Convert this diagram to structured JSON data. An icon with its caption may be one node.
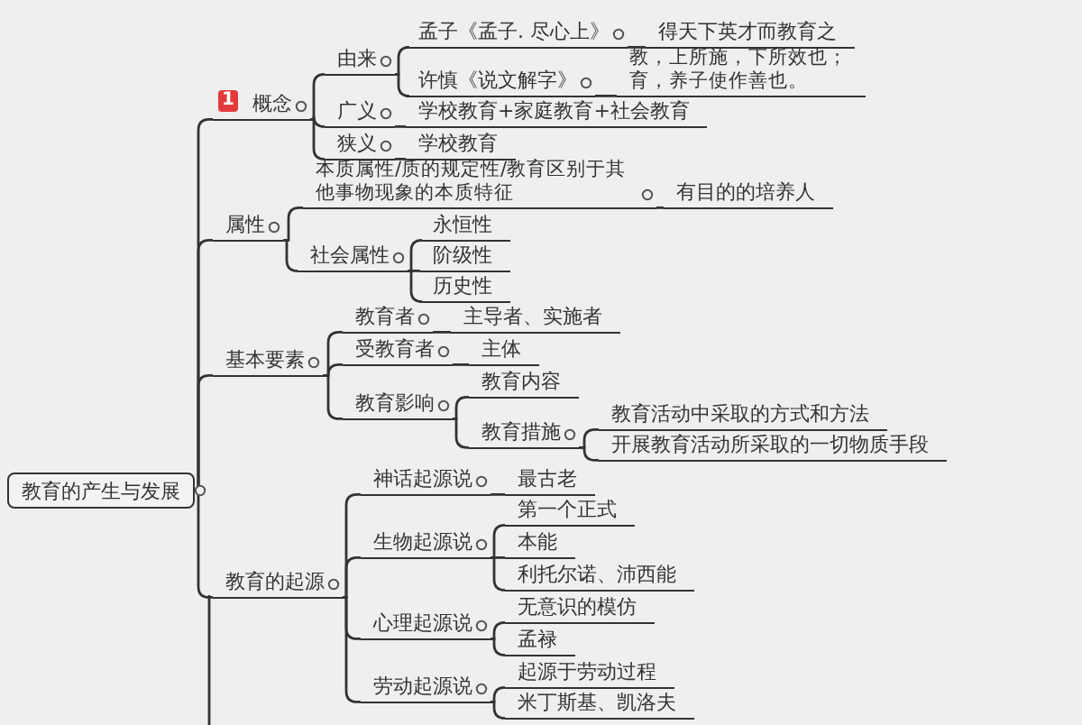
{
  "diagram": {
    "nodes": [
      {
        "text": [
          "教育的产生与发展"
        ]
      },
      {
        "text": [
          "概念"
        ]
      },
      {
        "text": [
          "由来"
        ]
      },
      {
        "text": [
          "孟子《孟子. 尽心上》"
        ]
      },
      {
        "text": [
          "得天下英才而教育之"
        ]
      },
      {
        "text": [
          "许慎《说文解字》"
        ]
      },
      {
        "text": [
          "教，上所施，下所效也；育，养子使作善也。"
        ]
      },
      {
        "text": [
          "广义"
        ]
      },
      {
        "text": [
          "学校教育+家庭教育+社会教育"
        ]
      },
      {
        "text": [
          "狭义"
        ]
      },
      {
        "text": [
          "学校教育"
        ]
      },
      {
        "text": [
          "属性"
        ]
      },
      {
        "text": [
          "本质属性/质的规定性/教育区别于其他事物现象的本质特征"
        ]
      },
      {
        "text": [
          "有目的的培养人"
        ]
      },
      {
        "text": [
          "社会属性"
        ]
      },
      {
        "text": [
          "永恒性"
        ]
      },
      {
        "text": [
          "阶级性"
        ]
      },
      {
        "text": [
          "历史性"
        ]
      },
      {
        "text": [
          "基本要素"
        ]
      },
      {
        "text": [
          "教育者"
        ]
      },
      {
        "text": [
          "主导者、实施者"
        ]
      },
      {
        "text": [
          "受教育者"
        ]
      },
      {
        "text": [
          "主体"
        ]
      },
      {
        "text": [
          "教育影响"
        ]
      },
      {
        "text": [
          "教育内容"
        ]
      },
      {
        "text": [
          "教育措施"
        ]
      },
      {
        "text": [
          "教育活动中采取的方式和方法"
        ]
      },
      {
        "text": [
          "开展教育活动所采取的一切物质手段"
        ]
      },
      {
        "text": [
          "教育的起源"
        ]
      },
      {
        "text": [
          "神话起源说"
        ]
      },
      {
        "text": [
          "最古老"
        ]
      },
      {
        "text": [
          "生物起源说"
        ]
      },
      {
        "text": [
          "第一个正式"
        ]
      },
      {
        "text": [
          "本能"
        ]
      },
      {
        "text": [
          "利托尔诺、沛西能"
        ]
      },
      {
        "text": [
          "心理起源说"
        ]
      },
      {
        "text": [
          "无意识的模仿"
        ]
      },
      {
        "text": [
          "孟禄"
        ]
      },
      {
        "text": [
          "劳动起源说"
        ]
      },
      {
        "text": [
          "起源于劳动过程"
        ]
      },
      {
        "text": [
          "米丁斯基、凯洛夫"
        ]
      }
    ],
    "edges": [
      {
        "from": 0,
        "to": 1,
        "arrow": "none"
      },
      {
        "from": 1,
        "to": 2,
        "arrow": "none"
      },
      {
        "from": 2,
        "to": 3,
        "arrow": "none"
      },
      {
        "from": 3,
        "to": 4,
        "arrow": "none"
      },
      {
        "from": 2,
        "to": 5,
        "arrow": "none"
      },
      {
        "from": 5,
        "to": 6,
        "arrow": "none"
      },
      {
        "from": 1,
        "to": 7,
        "arrow": "none"
      },
      {
        "from": 7,
        "to": 8,
        "arrow": "none"
      },
      {
        "from": 1,
        "to": 9,
        "arrow": "none"
      },
      {
        "from": 9,
        "to": 10,
        "arrow": "none"
      },
      {
        "from": 0,
        "to": 11,
        "arrow": "none"
      },
      {
        "from": 11,
        "to": 12,
        "arrow": "none"
      },
      {
        "from": 12,
        "to": 13,
        "arrow": "none"
      },
      {
        "from": 11,
        "to": 14,
        "arrow": "none"
      },
      {
        "from": 14,
        "to": 15,
        "arrow": "none"
      },
      {
        "from": 14,
        "to": 16,
        "arrow": "none"
      },
      {
        "from": 14,
        "to": 17,
        "arrow": "none"
      },
      {
        "from": 0,
        "to": 18,
        "arrow": "none"
      },
      {
        "from": 18,
        "to": 19,
        "arrow": "none"
      },
      {
        "from": 19,
        "to": 20,
        "arrow": "none"
      },
      {
        "from": 18,
        "to": 21,
        "arrow": "none"
      },
      {
        "from": 21,
        "to": 22,
        "arrow": "none"
      },
      {
        "from": 18,
        "to": 23,
        "arrow": "none"
      },
      {
        "from": 23,
        "to": 24,
        "arrow": "none"
      },
      {
        "from": 23,
        "to": 25,
        "arrow": "none"
      },
      {
        "from": 25,
        "to": 26,
        "arrow": "none"
      },
      {
        "from": 25,
        "to": 27,
        "arrow": "none"
      },
      {
        "from": 0,
        "to": 28,
        "arrow": "none"
      },
      {
        "from": 28,
        "to": 29,
        "arrow": "none"
      },
      {
        "from": 29,
        "to": 30,
        "arrow": "none"
      },
      {
        "from": 28,
        "to": 31,
        "arrow": "none"
      },
      {
        "from": 31,
        "to": 32,
        "arrow": "none"
      },
      {
        "from": 31,
        "to": 33,
        "arrow": "none"
      },
      {
        "from": 31,
        "to": 34,
        "arrow": "none"
      },
      {
        "from": 28,
        "to": 35,
        "arrow": "none"
      },
      {
        "from": 35,
        "to": 36,
        "arrow": "none"
      },
      {
        "from": 35,
        "to": 37,
        "arrow": "none"
      },
      {
        "from": 28,
        "to": 38,
        "arrow": "none"
      },
      {
        "from": 38,
        "to": 39,
        "arrow": "none"
      },
      {
        "from": 38,
        "to": 40,
        "arrow": "none"
      }
    ],
    "labels": [
      "1"
    ]
  }
}
